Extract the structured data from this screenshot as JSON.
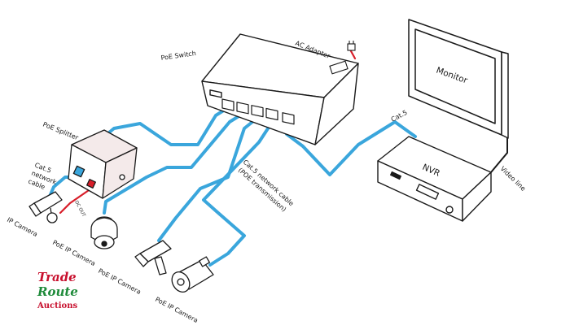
{
  "labels": {
    "poe_switch": "PoE Switch",
    "ac_adapter": "AC Adapter",
    "monitor": "Monitor",
    "nvr": "NVR",
    "cat5_nvr": "Cat.5",
    "video_line": "Video line",
    "poe_splitter": "PoE Splitter",
    "cat5_network_cable": "Cat.5",
    "cat5_network_cable_2": "network",
    "cat5_network_cable_3": "cable",
    "dc_out": "DC OUT",
    "poe_cable_line1": "Cat.5 network cable",
    "poe_cable_line2": "(POE transmission)",
    "ip_camera": "IP Camera",
    "poe_ip_camera_1": "PoE IP Camera",
    "poe_ip_camera_2": "PoE IP Camera",
    "poe_ip_camera_3": "PoE IP Camera"
  },
  "logo": {
    "line1": "Trade",
    "line2": "Route",
    "line3": "Auctions",
    "color_line1": "#c8102e",
    "color_line2": "#1e8a3a",
    "color_line3": "#c8102e"
  },
  "colors": {
    "network_cable": "#3aa6dc",
    "power_cable": "#d81e2a",
    "outline": "#1a1a1a"
  },
  "icons": {
    "poe_switch": "switch-icon",
    "monitor": "monitor-icon",
    "nvr": "nvr-icon",
    "splitter": "splitter-icon",
    "ip_camera": "bullet-camera-icon",
    "dome_camera": "dome-camera-icon",
    "box_camera": "box-camera-icon",
    "ac_adapter": "plug-icon"
  }
}
